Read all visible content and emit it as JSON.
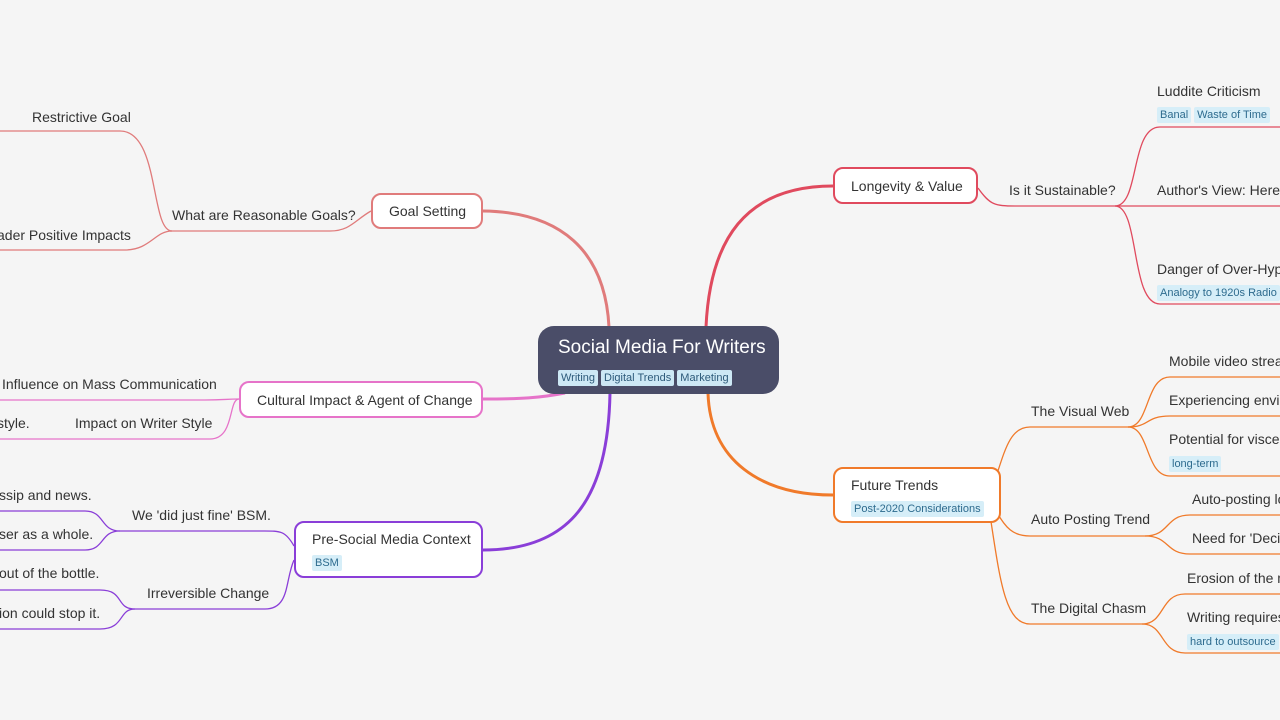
{
  "colors": {
    "goal": "#e07b7b",
    "longevity": "#e04a5e",
    "cultural": "#e673c9",
    "future": "#f07a2a",
    "presocial": "#8a3ed8",
    "root_bg": "#4a4d68"
  },
  "root": {
    "title": "Social Media For Writers",
    "tags": [
      "Writing",
      "Digital Trends",
      "Marketing"
    ]
  },
  "goal_setting": {
    "label": "Goal Setting",
    "sub": {
      "label": "What are Reasonable Goals?"
    },
    "leaves": [
      "Restrictive Goal",
      "ader Positive Impacts"
    ]
  },
  "cultural": {
    "label": "Cultural Impact & Agent of Change",
    "leaves": [
      "Influence on Mass Communication",
      "Impact on Writer Style"
    ],
    "fragment": "style."
  },
  "presocial": {
    "label": "Pre-Social Media Context",
    "tags": [
      "BSM"
    ],
    "sub1": {
      "label": "We 'did just fine' BSM.",
      "leaves": [
        "ssip and news.",
        "ser as a whole."
      ]
    },
    "sub2": {
      "label": "Irreversible Change",
      "leaves": [
        "out of the bottle.",
        "ion could stop it."
      ]
    }
  },
  "longevity": {
    "label": "Longevity & Value",
    "sub": {
      "label": "Is it Sustainable?"
    },
    "leaves": [
      {
        "label": "Luddite Criticism",
        "tags": [
          "Banal",
          "Waste of Time"
        ]
      },
      {
        "label": "Author's View: Here t",
        "tags": []
      },
      {
        "label": "Danger of Over-Hype",
        "tags": [
          "Analogy to 1920s Radio"
        ]
      }
    ]
  },
  "future": {
    "label": "Future Trends",
    "tags": [
      "Post-2020 Considerations"
    ],
    "visual": {
      "label": "The Visual Web",
      "leaves": [
        {
          "label": "Mobile video strea",
          "tags": []
        },
        {
          "label": "Experiencing envir",
          "tags": []
        },
        {
          "label": "Potential for viscer",
          "tags": [
            "long-term"
          ]
        }
      ]
    },
    "auto": {
      "label": "Auto Posting Trend",
      "leaves": [
        {
          "label": "Auto-posting lo",
          "tags": []
        },
        {
          "label": "Need for 'Decid",
          "tags": []
        }
      ]
    },
    "chasm": {
      "label": "The Digital Chasm",
      "leaves": [
        {
          "label": "Erosion of the m",
          "tags": []
        },
        {
          "label": "Writing requires",
          "tags": [
            "hard to outsource"
          ]
        }
      ]
    }
  }
}
